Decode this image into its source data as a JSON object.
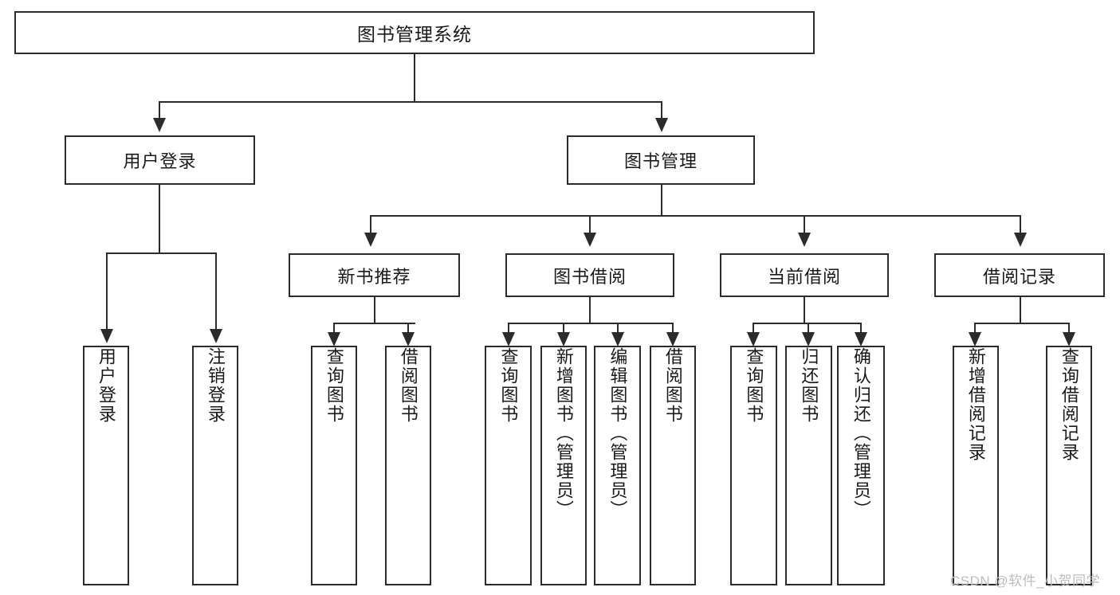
{
  "diagram": {
    "title": "图书管理系统",
    "type": "tree-hierarchy-diagram",
    "colors": {
      "stroke": "#2b2b2b",
      "fill": "#ffffff",
      "text": "#1a1a1a",
      "watermark": "#bdbdbd"
    },
    "root": {
      "label": "图书管理系统"
    },
    "level1": [
      {
        "label": "用户登录"
      },
      {
        "label": "图书管理"
      }
    ],
    "level2": [
      {
        "label": "新书推荐"
      },
      {
        "label": "图书借阅"
      },
      {
        "label": "当前借阅"
      },
      {
        "label": "借阅记录"
      }
    ],
    "leaves": {
      "user_login": [
        {
          "label": "用户登录"
        },
        {
          "label": "注销登录"
        }
      ],
      "new_book_recommend": [
        {
          "label": "查询图书"
        },
        {
          "label": "借阅图书"
        }
      ],
      "book_borrow": [
        {
          "label": "查询图书"
        },
        {
          "label": "新增图书（管理员）"
        },
        {
          "label": "编辑图书（管理员）"
        },
        {
          "label": "借阅图书"
        }
      ],
      "current_borrow": [
        {
          "label": "查询图书"
        },
        {
          "label": "归还图书"
        },
        {
          "label": "确认归还（管理员）"
        }
      ],
      "borrow_record": [
        {
          "label": "新增借阅记录"
        },
        {
          "label": "查询借阅记录"
        }
      ]
    }
  },
  "watermark": {
    "text": "CSDN @软件_小贺同学"
  }
}
